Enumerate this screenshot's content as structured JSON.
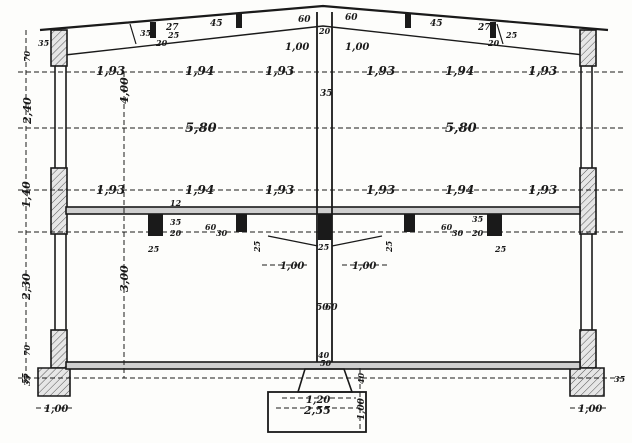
{
  "dimensions": {
    "upper_bays": [
      "1,93",
      "1,94",
      "1,93",
      "1,93",
      "1,94",
      "1,93"
    ],
    "middle_bays": [
      "1,93",
      "1,94",
      "1,93",
      "1,93",
      "1,94",
      "1,93"
    ],
    "half_spans": [
      "5,80",
      "5,80"
    ],
    "roof_top": [
      "60",
      "60",
      "45",
      "45",
      "27",
      "27",
      "20"
    ],
    "roof_small": [
      "35",
      "20",
      "25",
      "20",
      "25"
    ],
    "roof_run": [
      "1,00",
      "1,00"
    ],
    "column_sizes": [
      "35",
      "25",
      "20",
      "60",
      "30",
      "12",
      "35",
      "20",
      "60",
      "30",
      "25",
      "25"
    ],
    "haunch": [
      "1,00",
      "1,00",
      "25",
      "25"
    ],
    "central_column": [
      "35",
      "50",
      "40",
      "60",
      "50"
    ],
    "heights_left": [
      "35",
      "2,40",
      "70",
      "1,40",
      "2,30",
      "70",
      "35"
    ],
    "heights_inner": [
      "4,00",
      "3,00"
    ],
    "footing": [
      "1,20",
      "2,55",
      "1,00",
      "40"
    ],
    "wall_footing": [
      "1,00",
      "1,00",
      "55",
      "35"
    ]
  }
}
